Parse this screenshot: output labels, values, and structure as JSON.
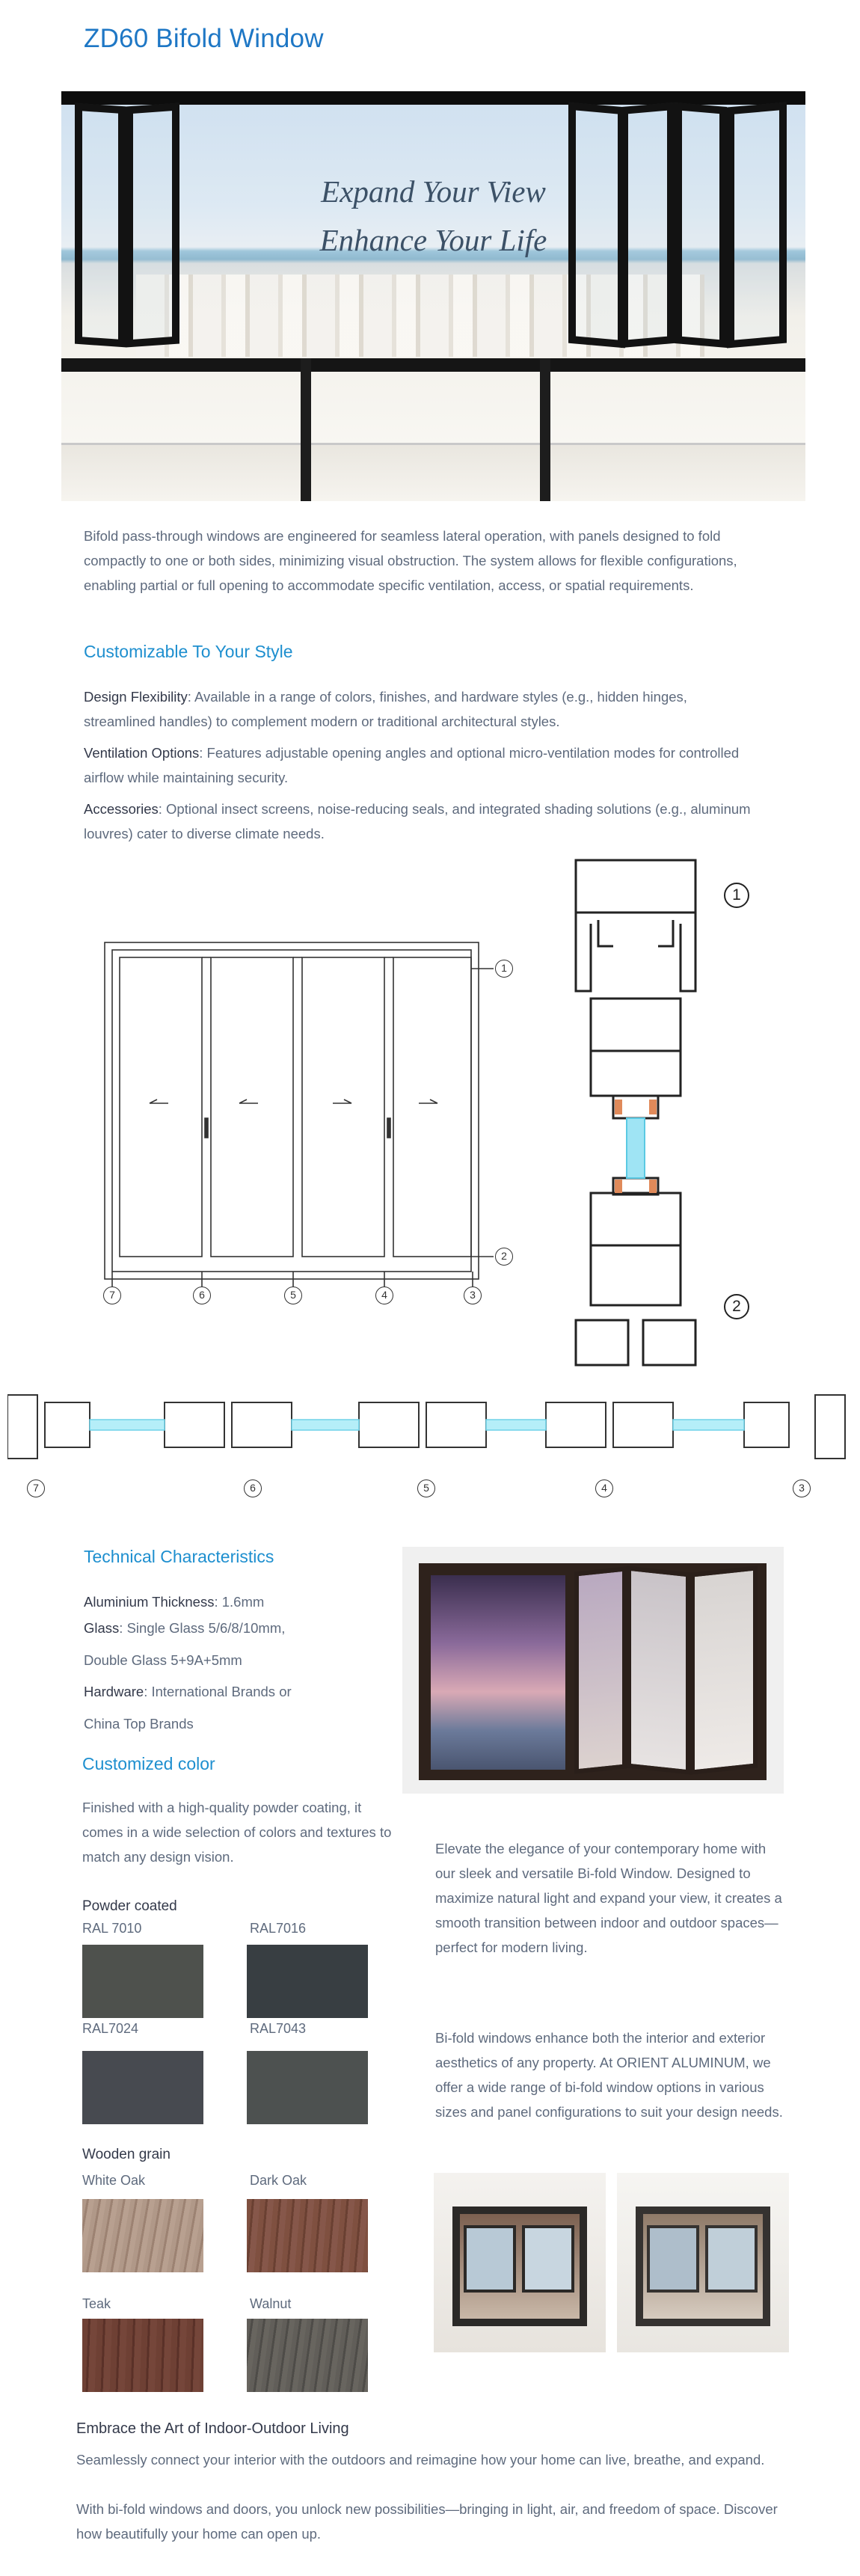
{
  "page_title": "ZD60 Bifold Window",
  "hero": {
    "line1": "Expand Your View",
    "line2": "Enhance Your Life"
  },
  "intro": "Bifold pass-through windows are engineered for seamless lateral operation, with panels designed to fold compactly to one or both sides, minimizing visual obstruction. The system allows for flexible configurations, enabling partial or full opening to accommodate specific ventilation, access, or spatial requirements.",
  "customizable": {
    "heading": "Customizable To Your Style",
    "items": [
      {
        "label": "Design Flexibility",
        "text": ": Available in a range of colors, finishes, and hardware styles (e.g., hidden hinges, streamlined handles) to complement modern or traditional architectural styles."
      },
      {
        "label": "Ventilation Options",
        "text": ": Features adjustable opening angles and optional micro-ventilation modes for controlled airflow while maintaining security."
      },
      {
        "label": "Accessories",
        "text": ": Optional insect screens, noise-reducing seals, and integrated shading solutions (e.g., aluminum louvres) cater to diverse climate needs."
      }
    ]
  },
  "drawing": {
    "elevation_callouts": [
      "1",
      "2",
      "7",
      "6",
      "5",
      "4",
      "3"
    ],
    "section_callouts": [
      "1",
      "2"
    ],
    "plan_callouts": [
      "7",
      "6",
      "5",
      "4",
      "3"
    ]
  },
  "technical": {
    "heading": "Technical Characteristics",
    "thickness_label": "Aluminium Thickness",
    "thickness_value": ": 1.6mm",
    "glass_label": "Glass",
    "glass_value": ": Single Glass 5/6/8/10mm,",
    "glass_value2": "Double Glass 5+9A+5mm",
    "hardware_label": "Hardware",
    "hardware_value": ": International Brands or",
    "hardware_value2": "China Top Brands"
  },
  "color": {
    "heading": "Customized color",
    "intro": "Finished with a high-quality powder coating, it comes in a wide selection of colors and textures to match any design vision.",
    "powder_heading": "Powder coated",
    "powder": [
      {
        "name": "RAL 7010",
        "hex": "#4e514d"
      },
      {
        "name": "RAL7016",
        "hex": "#383e42"
      },
      {
        "name": "RAL7024",
        "hex": "#474a50"
      },
      {
        "name": "RAL7043",
        "hex": "#4d5150"
      }
    ],
    "wood_heading": "Wooden grain",
    "wood": [
      {
        "name": "White Oak",
        "hex": "#a89080"
      },
      {
        "name": "Dark Oak",
        "hex": "#7a4c3e"
      },
      {
        "name": "Teak",
        "hex": "#6b3e33"
      },
      {
        "name": "Walnut",
        "hex": "#5d5b56"
      }
    ]
  },
  "right_text": {
    "para1": "Elevate the elegance of your contemporary home with our sleek and versatile Bi-fold Window. Designed to maximize natural light and expand your view, it creates a smooth transition between indoor and outdoor spaces—perfect for modern living.",
    "para2": "Bi-fold windows enhance both the interior and exterior aesthetics of any property. At ORIENT ALUMINUM, we offer a wide range of bi-fold window options in various sizes and panel configurations to suit your design needs."
  },
  "closing": {
    "heading": "Embrace the Art of Indoor-Outdoor Living",
    "line1": "Seamlessly connect your interior with the outdoors and reimagine how your home can live, breathe, and expand.",
    "line2": "With bi-fold windows and doors, you unlock new possibilities—bringing in light, air, and freedom of space. Discover how beautifully your home can open up."
  }
}
